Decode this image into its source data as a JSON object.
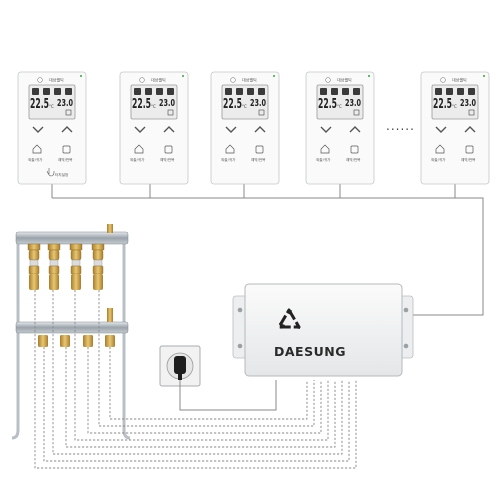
{
  "thermostat": {
    "brand": "대성쎌틱",
    "current_temp": "22.5",
    "current_unit": "°C",
    "set_temp": "23.0",
    "set_unit": "°C",
    "btn_left_label": "외출/귀가",
    "btn_right_label": "예약/반복",
    "touch_label": "터치설정"
  },
  "dots": "......",
  "controller": {
    "brand": "DAESUNG"
  },
  "colors": {
    "device": "#f4f5f5",
    "device_border": "#bfc3c6",
    "wire": "#8a8a8a",
    "brass": "#c9a24a",
    "pipe": "#9aa3aa"
  },
  "icons": {
    "logo": "recycle-triangle-icon",
    "outlet": "power-outlet-icon"
  }
}
